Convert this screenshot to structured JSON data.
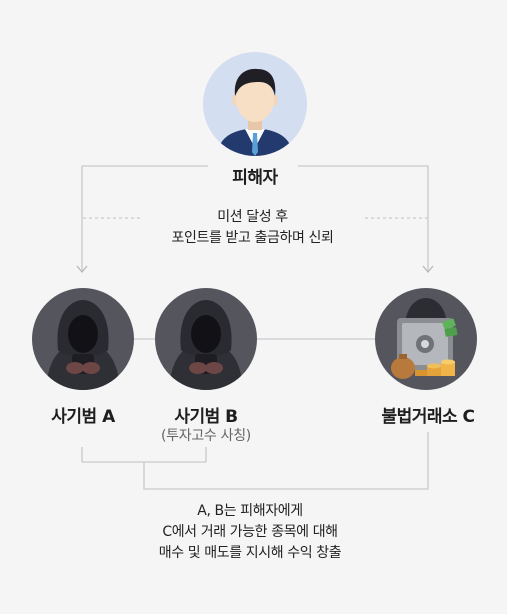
{
  "victim": {
    "label": "피해자",
    "icon": "victim-businessman-icon"
  },
  "mission_note": {
    "line1": "미션 달성 후",
    "line2": "포인트를 받고 출금하며 신뢰"
  },
  "scammer_a": {
    "label": "사기범 A",
    "icon": "hooded-scammer-icon"
  },
  "scammer_b": {
    "label": "사기범 B",
    "sublabel": "(투자고수 사칭)",
    "icon": "hooded-scammer-icon"
  },
  "exchange_c": {
    "label": "불법거래소 C",
    "icon": "safe-with-money-icon"
  },
  "bottom_note": {
    "line1": "A, B는 피해자에게",
    "line2": "C에서 거래 가능한 종목에 대해",
    "line3": "매수 및 매도를 지시해 수익 창출"
  },
  "colors": {
    "background": "#f5f5f6",
    "victim_circle": "#d3def0",
    "suit": "#233a6e",
    "scammer_circle": "#55555e",
    "line": "#c9c9cc"
  }
}
